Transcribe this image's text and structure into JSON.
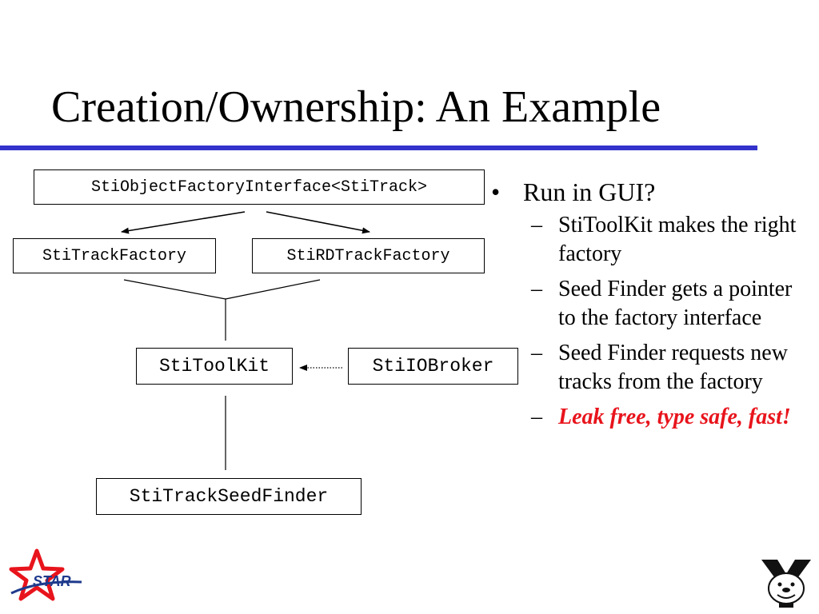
{
  "slide": {
    "title": "Creation/Ownership: An Example"
  },
  "diagram": {
    "nodes": {
      "interface": "StiObjectFactoryInterface<StiTrack>",
      "track_factory": "StiTrackFactory",
      "rd_track_factory": "StiRDTrackFactory",
      "toolkit": "StiToolKit",
      "io_broker": "StiIOBroker",
      "seed_finder": "StiTrackSeedFinder"
    },
    "edges": [
      {
        "from": "interface",
        "to": "track_factory",
        "style": "arrow"
      },
      {
        "from": "interface",
        "to": "rd_track_factory",
        "style": "arrow"
      },
      {
        "from": "track_factory",
        "to": "toolkit",
        "style": "line"
      },
      {
        "from": "rd_track_factory",
        "to": "toolkit",
        "style": "line"
      },
      {
        "from": "io_broker",
        "to": "toolkit",
        "style": "dotted-arrow"
      },
      {
        "from": "toolkit",
        "to": "seed_finder",
        "style": "line"
      }
    ]
  },
  "bullets": {
    "main": "Run in GUI?",
    "items": [
      {
        "text": "StiToolKit makes the right factory"
      },
      {
        "text": "Seed Finder gets a pointer to the factory interface"
      },
      {
        "text": "Seed Finder requests new tracks from the factory"
      },
      {
        "text": "Leak free, type safe, fast!"
      }
    ]
  },
  "logos": {
    "star_text": "STAR"
  },
  "colors": {
    "title_rule": "#3333cc",
    "emphasis_text": "#e8141c",
    "star_red": "#e8141c",
    "star_blue": "#1e3a8c"
  }
}
